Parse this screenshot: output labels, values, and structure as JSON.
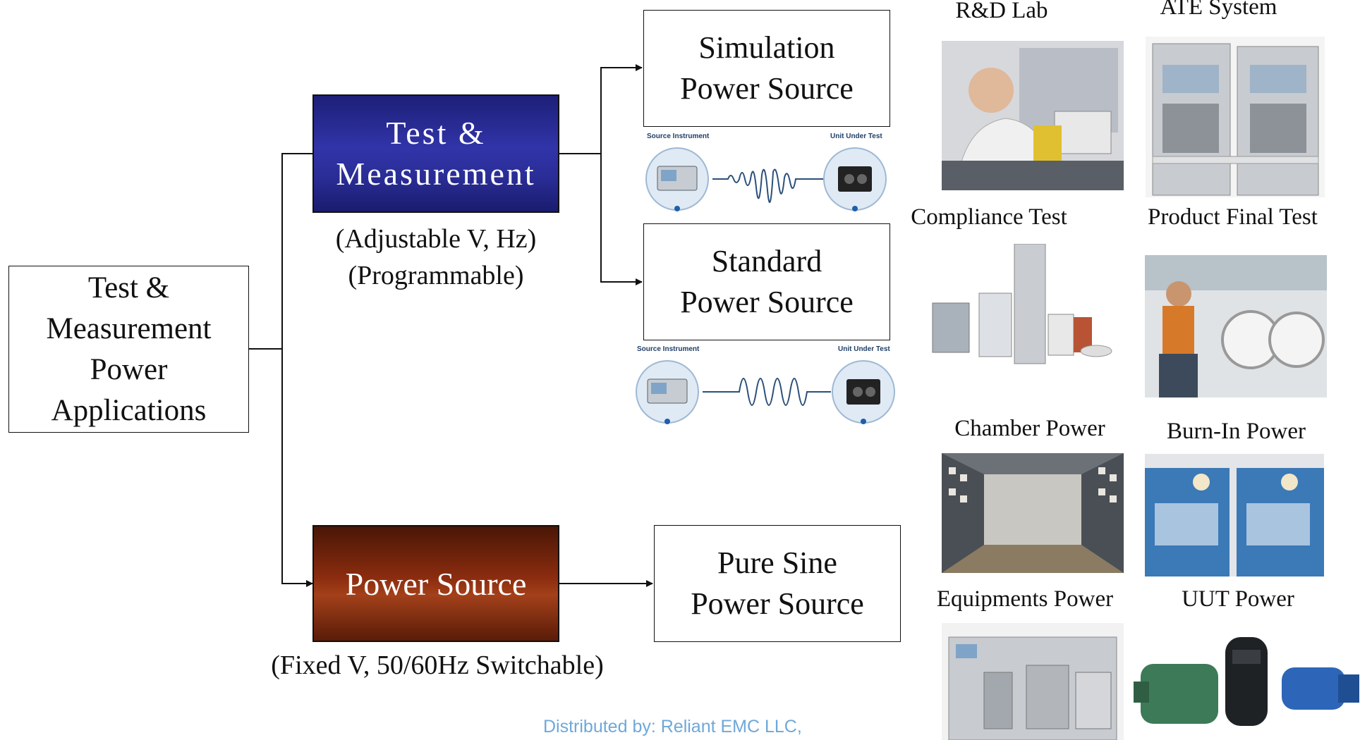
{
  "root_box": {
    "lines": [
      "Test &",
      "Measurement",
      "Power",
      "Applications"
    ]
  },
  "tm_box": {
    "lines": [
      "Test &",
      "Measurement"
    ],
    "color": "#2a2d96"
  },
  "tm_caption": {
    "lines": [
      "(Adjustable V, Hz)",
      "(Programmable)"
    ]
  },
  "ps_box": {
    "label": "Power Source",
    "color": "#8b2c0f"
  },
  "ps_caption": "(Fixed V, 50/60Hz Switchable)",
  "simulation_box": {
    "lines": [
      "Simulation",
      "Power Source"
    ]
  },
  "standard_box": {
    "lines": [
      "Standard",
      "Power Source"
    ]
  },
  "pure_sine_box": {
    "lines": [
      "Pure Sine",
      "Power Source"
    ]
  },
  "diagram_simulation": {
    "source_label": "Source Instrument",
    "uut_label": "Unit Under Test"
  },
  "diagram_standard": {
    "source_label": "Source Instrument",
    "uut_label": "Unit Under Test"
  },
  "photos": {
    "rd_lab": "R&D Lab",
    "ate_system": "ATE System",
    "compliance_test": "Compliance Test",
    "product_final_test": "Product Final Test",
    "chamber_power": "Chamber Power",
    "burn_in_power": "Burn-In Power",
    "equipments_power": "Equipments Power",
    "uut_power": "UUT Power"
  },
  "footer": "Distributed by: Reliant EMC LLC,"
}
